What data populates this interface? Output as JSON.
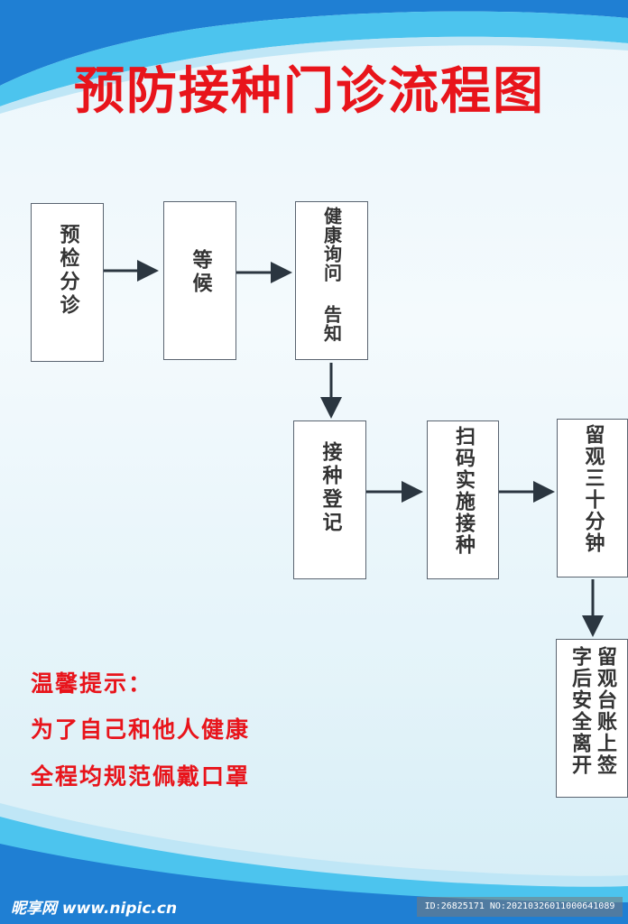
{
  "title": "预防接种门诊流程图",
  "flow": {
    "nodes": [
      {
        "id": "pre-check",
        "label": "预检分诊"
      },
      {
        "id": "wait",
        "label": "等候"
      },
      {
        "id": "health-inquiry",
        "label": "健康询问 告知"
      },
      {
        "id": "registration",
        "label": "接种登记"
      },
      {
        "id": "scan-vaccinate",
        "label": "扫码实施接种"
      },
      {
        "id": "observe",
        "label": "留观三十分钟"
      },
      {
        "id": "sign-leave",
        "label": "留观台账上签字后安全离开"
      }
    ],
    "edges": [
      {
        "from": "pre-check",
        "to": "wait"
      },
      {
        "from": "wait",
        "to": "health-inquiry"
      },
      {
        "from": "health-inquiry",
        "to": "registration"
      },
      {
        "from": "registration",
        "to": "scan-vaccinate"
      },
      {
        "from": "scan-vaccinate",
        "to": "observe"
      },
      {
        "from": "observe",
        "to": "sign-leave"
      }
    ]
  },
  "tips": {
    "heading": "温馨提示：",
    "line1": "为了自己和他人健康",
    "line2": "全程均规范佩戴口罩"
  },
  "footer": {
    "logo": "昵享网 www.nipic.cn",
    "image_id": "ID:26825171 NO:20210326011000641089"
  },
  "colors": {
    "title": "#e8141b",
    "tips": "#e8141b",
    "arrow": "#2b3640",
    "band_dark": "#1f7fd3",
    "band_light": "#4cc4ee"
  }
}
